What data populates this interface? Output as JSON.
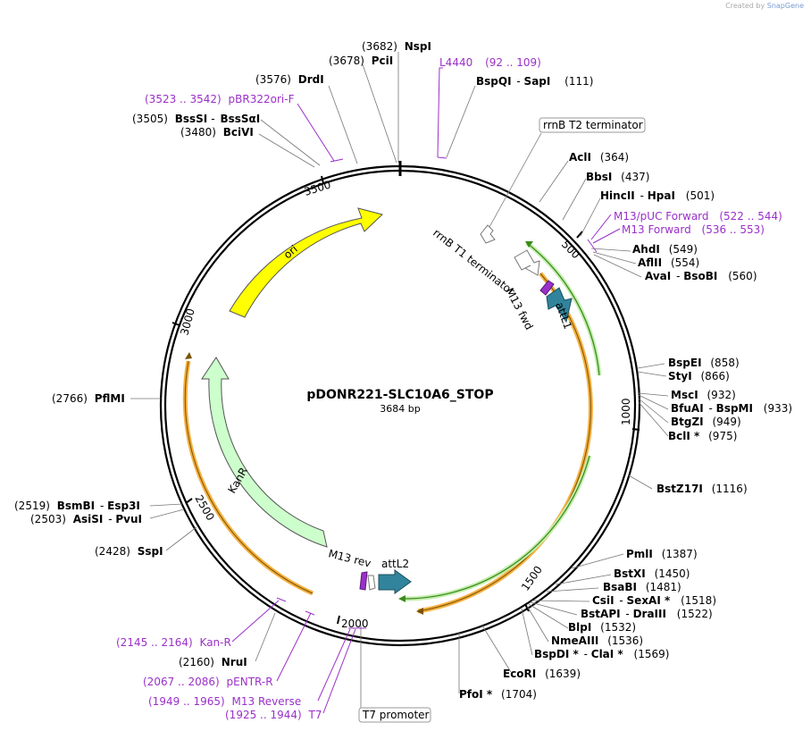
{
  "credit": {
    "prefix": "Created by",
    "brand": "SnapGene"
  },
  "plasmid": {
    "name": "pDONR221-SLC10A6_STOP",
    "size_label": "3684 bp",
    "length": 3684
  },
  "ticks": [
    "500",
    "1000",
    "1500",
    "2000",
    "2500",
    "3000",
    "3500"
  ],
  "sites": [
    {
      "pos": "(3682)",
      "name": "NspI"
    },
    {
      "pos": "(3678)",
      "name": "PciI"
    },
    {
      "pos": "(3576)",
      "name": "DrdI"
    },
    {
      "pos": "(3505)",
      "name": "BssSI",
      "name2": "BssSαI"
    },
    {
      "pos": "(3480)",
      "name": "BciVI"
    },
    {
      "name": "BspQI",
      "name2": "SapI",
      "pos": "(111)"
    },
    {
      "name": "AclI",
      "pos": "(364)"
    },
    {
      "name": "BbsI",
      "pos": "(437)"
    },
    {
      "name": "HincII",
      "name2": "HpaI",
      "pos": "(501)"
    },
    {
      "name": "AhdI",
      "pos": "(549)"
    },
    {
      "name": "AflII",
      "pos": "(554)"
    },
    {
      "name": "AvaI",
      "name2": "BsoBI",
      "pos": "(560)"
    },
    {
      "name": "BspEI",
      "pos": "(858)"
    },
    {
      "name": "StyI",
      "pos": "(866)"
    },
    {
      "name": "MscI",
      "pos": "(932)"
    },
    {
      "name": "BfuAI",
      "name2": "BspMI",
      "pos": "(933)"
    },
    {
      "name": "BtgZI",
      "pos": "(949)"
    },
    {
      "name": "BclI *",
      "pos": "(975)"
    },
    {
      "name": "BstZ17I",
      "pos": "(1116)"
    },
    {
      "name": "PmlI",
      "pos": "(1387)"
    },
    {
      "name": "BstXI",
      "pos": "(1450)"
    },
    {
      "name": "BsaBI",
      "pos": "(1481)"
    },
    {
      "name": "CsiI",
      "name2": "SexAI *",
      "pos": "(1518)"
    },
    {
      "name": "BstAPI",
      "name2": "DraIII",
      "pos": "(1522)"
    },
    {
      "name": "BlpI",
      "pos": "(1532)"
    },
    {
      "name": "NmeAIII",
      "pos": "(1536)"
    },
    {
      "name": "BspDI *",
      "name2": "ClaI *",
      "pos": "(1569)"
    },
    {
      "name": "EcoRI",
      "pos": "(1639)"
    },
    {
      "name": "PfoI *",
      "pos": "(1704)"
    },
    {
      "pos": "(2160)",
      "name": "NruI"
    },
    {
      "pos": "(2428)",
      "name": "SspI"
    },
    {
      "pos": "(2503)",
      "name": "AsiSI",
      "name2": "PvuI"
    },
    {
      "pos": "(2519)",
      "name": "BsmBI",
      "name2": "Esp3I"
    },
    {
      "pos": "(2766)",
      "name": "PflMI"
    }
  ],
  "primers": [
    {
      "name": "L4440",
      "range": "(92 .. 109)"
    },
    {
      "name": "pBR322ori-F",
      "range": "(3523 .. 3542)"
    },
    {
      "name": "M13/pUC Forward",
      "range": "(522 .. 544)"
    },
    {
      "name": "M13 Forward",
      "range": "(536 .. 553)"
    },
    {
      "name": "Kan-R",
      "range": "(2145 .. 2164)"
    },
    {
      "name": "pENTR-R",
      "range": "(2067 .. 2086)"
    },
    {
      "name": "M13 Reverse",
      "range": "(1949 .. 1965)"
    },
    {
      "name": "T7",
      "range": "(1925 .. 1944)"
    }
  ],
  "boxed_features": {
    "rrnB_T2": "rrnB T2 terminator",
    "T7_promoter": "T7 promoter"
  },
  "features": {
    "ori": "ori",
    "KanR": "KanR",
    "rrnB_T1": "rrnB T1 terminator",
    "M13_fwd": "M13 fwd",
    "attL1": "attL1",
    "M13_rev": "M13 rev",
    "attL2": "attL2"
  },
  "colors": {
    "ori": "#ffff00",
    "kanr": "#ccffcc",
    "attL": "#31849b",
    "primer": "#9b30c9",
    "orange_band": "#f5b041",
    "green_band": "#5fbf2f",
    "green_light": "#c6eeb0"
  }
}
